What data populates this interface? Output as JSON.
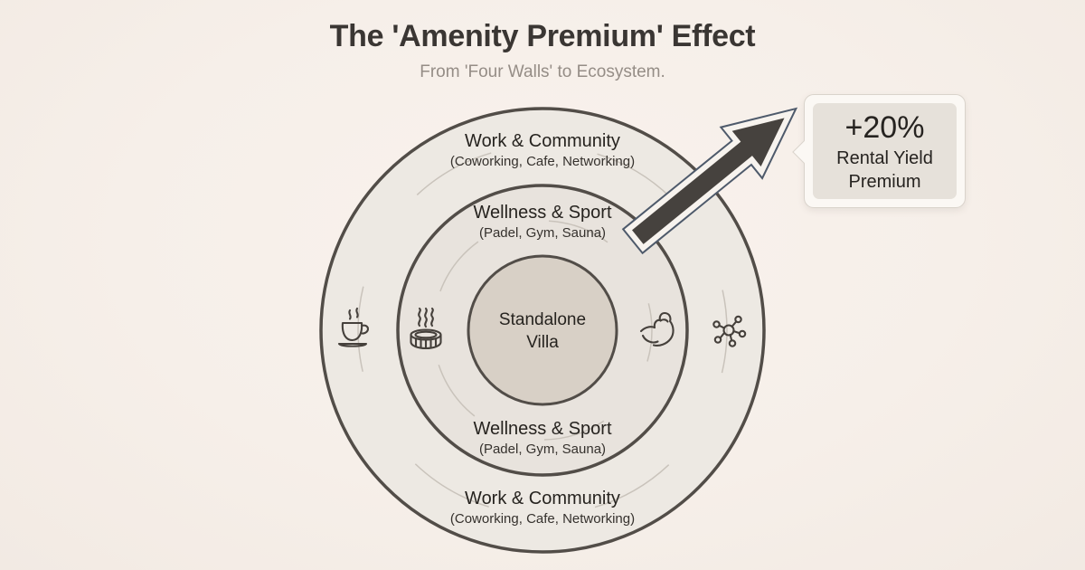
{
  "header": {
    "title": "The 'Amenity Premium' Effect",
    "subtitle": "From 'Four Walls' to Ecosystem."
  },
  "diagram": {
    "outer_ring": {
      "label": "Work & Community",
      "sublabel": "(Coworking, Cafe, Networking)"
    },
    "middle_ring": {
      "label": "Wellness & Sport",
      "sublabel": "(Padel, Gym, Sauna)"
    },
    "center": {
      "line1": "Standalone",
      "line2": "Villa"
    },
    "icons": {
      "left_outer": "coffee-cup",
      "left_inner": "sauna-tub",
      "right_inner": "flexed-bicep",
      "right_outer": "network-hub"
    }
  },
  "callout": {
    "value": "+20%",
    "line1": "Rental Yield",
    "line2": "Premium"
  },
  "colors": {
    "background": "#f6efe9",
    "ring_stroke": "#524d48",
    "outer_ring_fill": "#ede9e3",
    "middle_ring_fill": "#e8e3dd",
    "inner_circle_fill": "#d8d0c6",
    "dashed_guide": "#c9c3bb",
    "arrow_fill": "#46423e",
    "arrow_outline": "#4e5a6b",
    "arrow_halo": "#f7f3ee",
    "callout_bg": "#fbf8f4",
    "callout_inner_bg": "#e6e1da",
    "text_primary": "#26231f",
    "text_secondary": "#958d86"
  }
}
